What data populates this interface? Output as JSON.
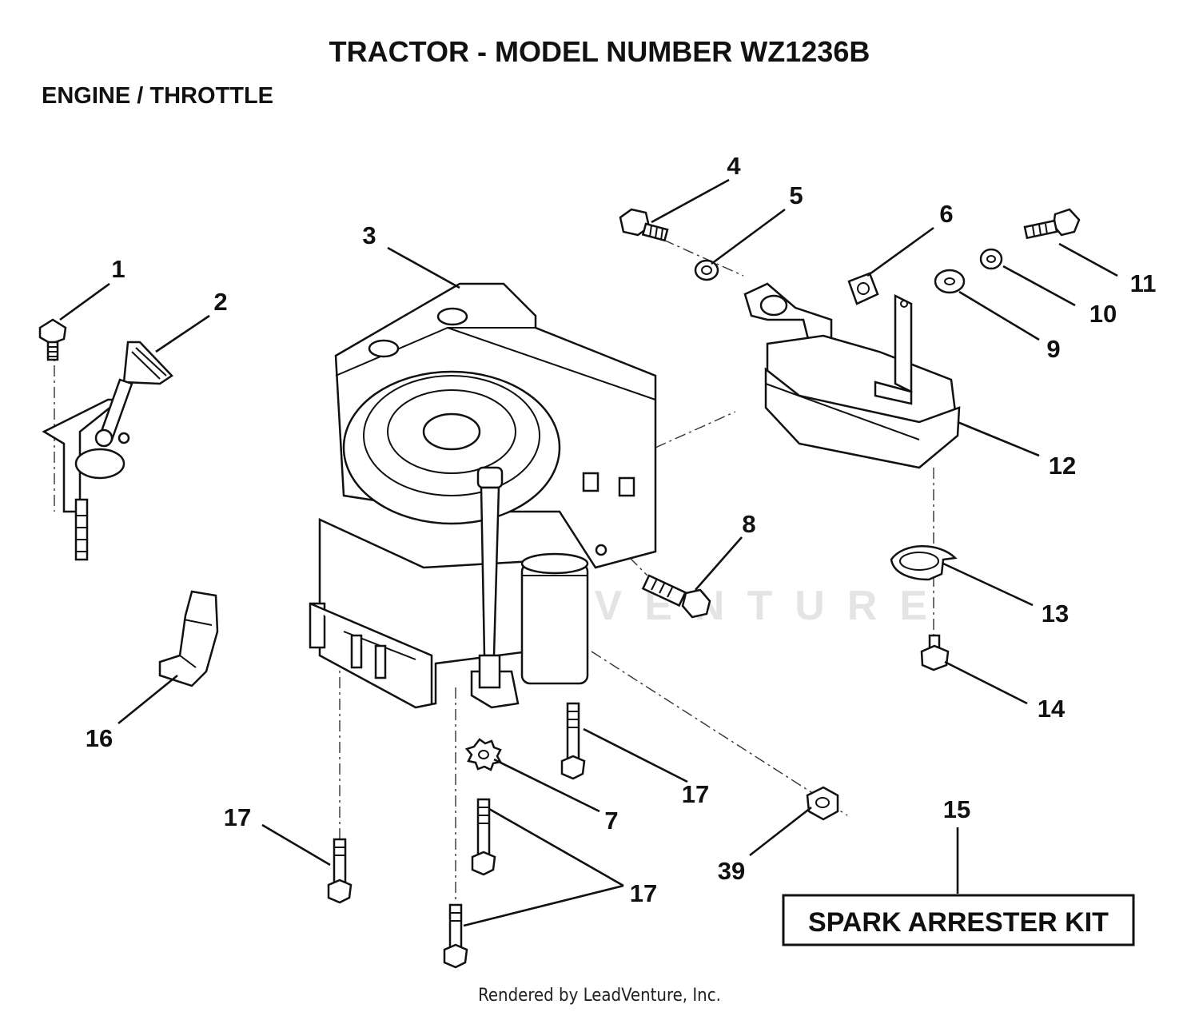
{
  "title": "TRACTOR  - MODEL NUMBER WZ1236B",
  "section": "ENGINE / THROTTLE",
  "callouts": {
    "c1": "1",
    "c2": "2",
    "c3": "3",
    "c4": "4",
    "c5": "5",
    "c6": "6",
    "c7": "7",
    "c8": "8",
    "c9": "9",
    "c10": "10",
    "c11": "11",
    "c12": "12",
    "c13": "13",
    "c14": "14",
    "c15": "15",
    "c16": "16",
    "c17": "17",
    "c39": "39"
  },
  "kit_label": "SPARK ARRESTER KIT",
  "footer": "Rendered by LeadVenture, Inc."
}
